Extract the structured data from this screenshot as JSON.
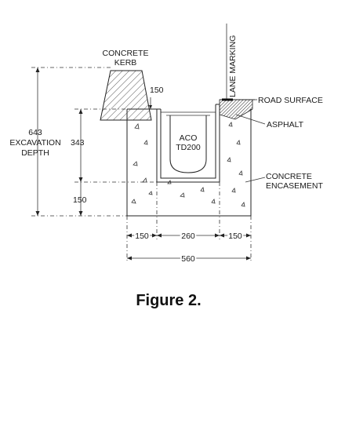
{
  "labels": {
    "concrete_kerb": [
      "CONCRETE",
      "KERB"
    ],
    "lane_marking": "LANE MARKING",
    "road_surface": "ROAD SURFACE",
    "asphalt": "ASPHALT",
    "channel": [
      "ACO",
      "TD200"
    ],
    "concrete_encasement": [
      "CONCRETE",
      "ENCASEMENT"
    ],
    "excavation": [
      "643",
      "EXCAVATION",
      "DEPTH"
    ]
  },
  "dimensions": {
    "kerb_height": "150",
    "channel_depth": "343",
    "base_thickness": "150",
    "side_left": "150",
    "channel_width": "260",
    "side_right": "150",
    "total_width": "560"
  },
  "caption": "Figure 2."
}
